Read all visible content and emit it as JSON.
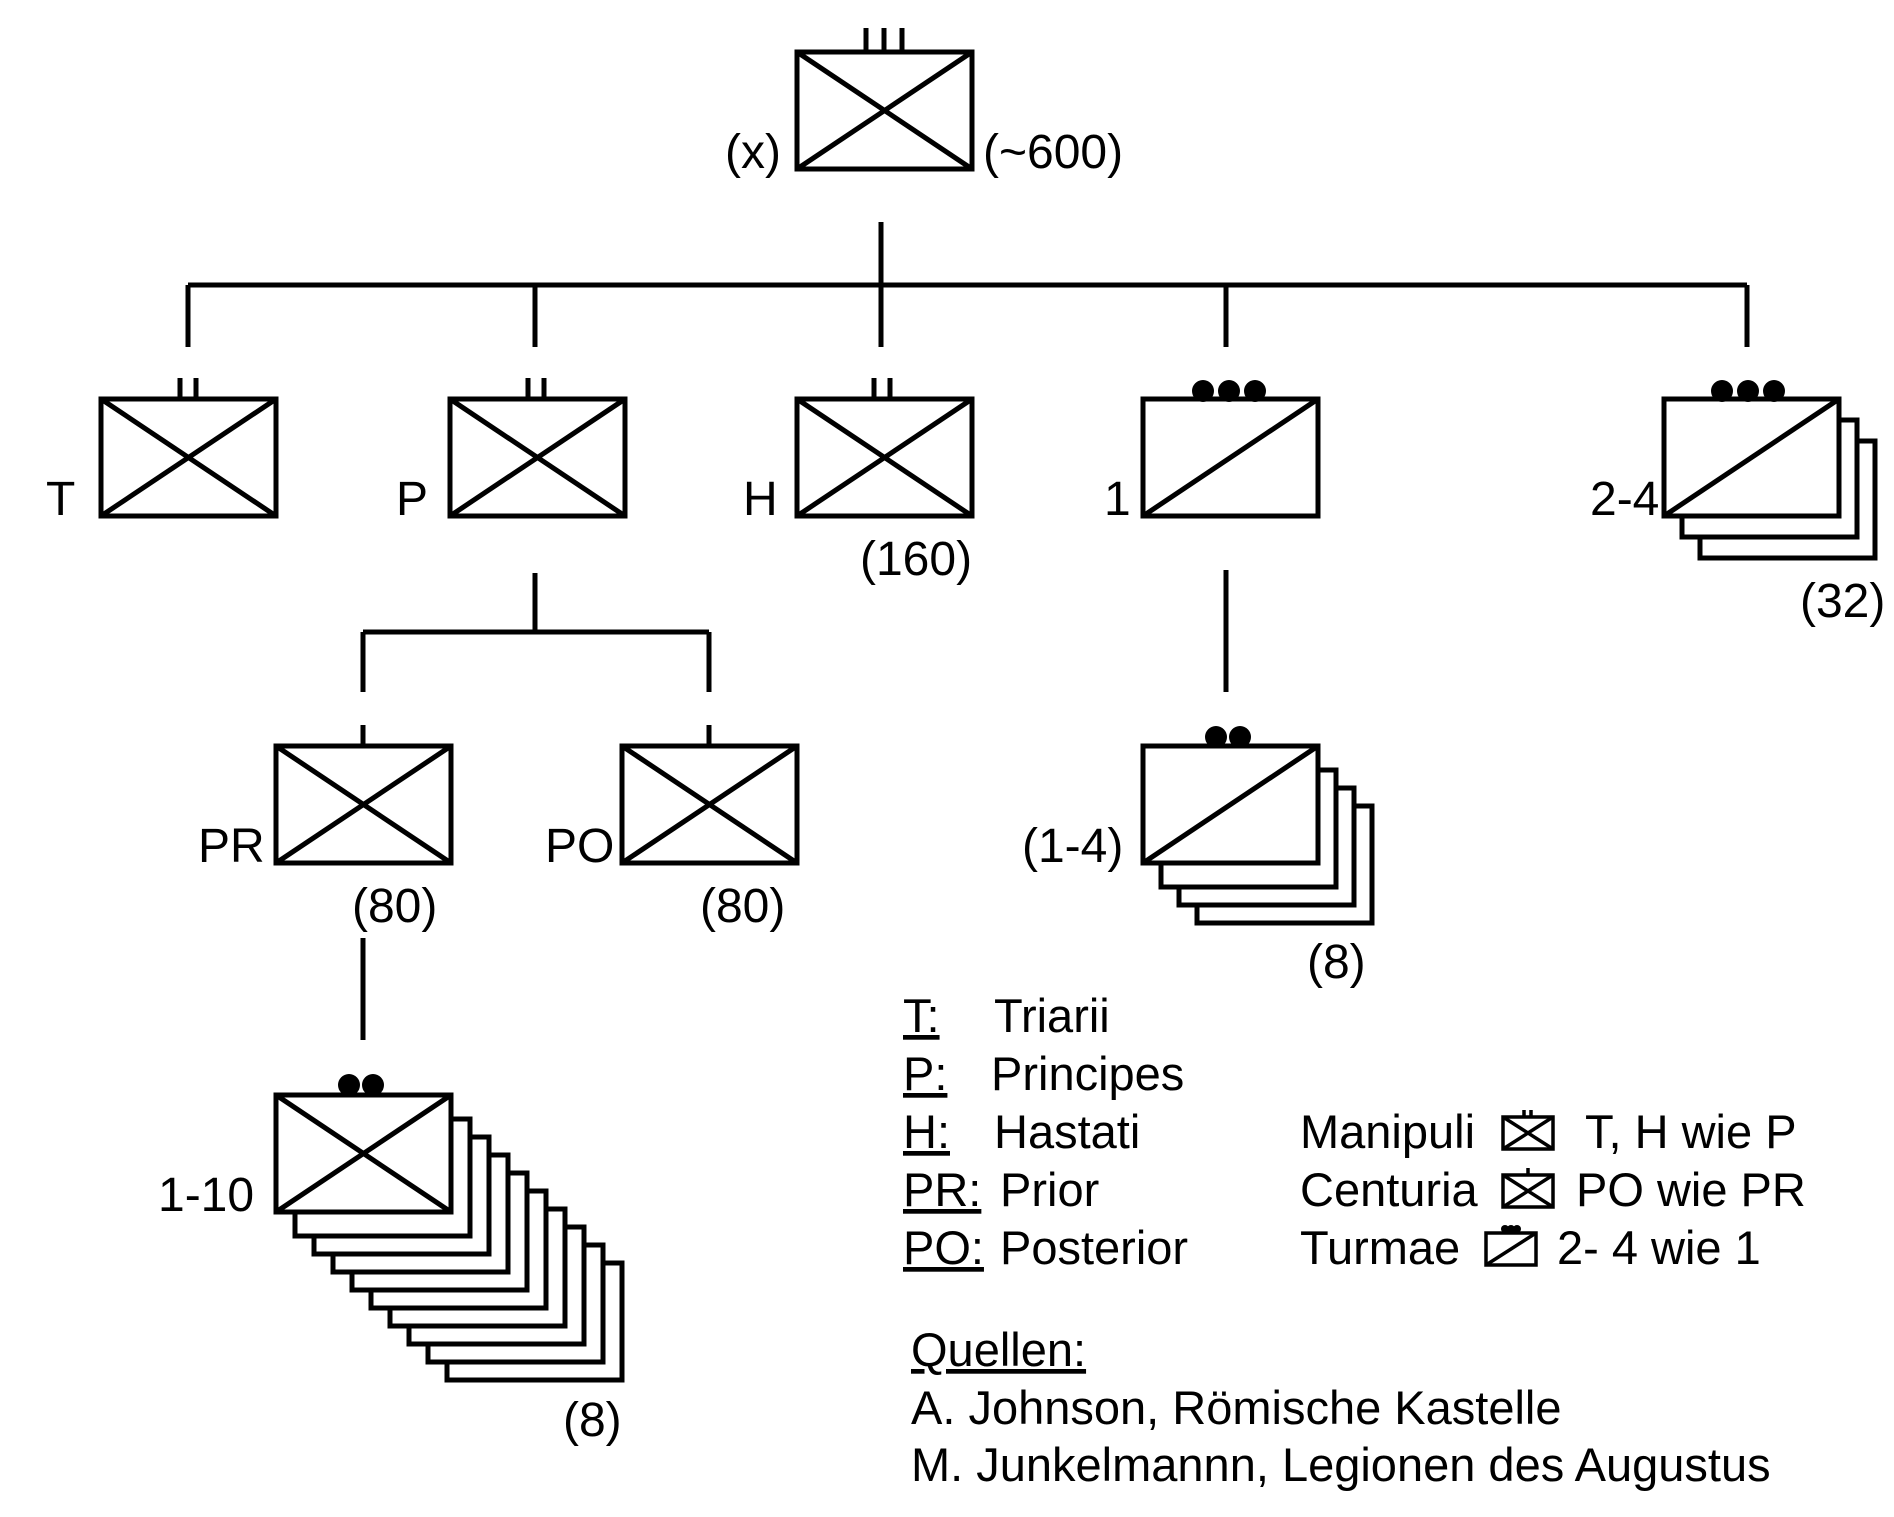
{
  "nodes": {
    "legion": {
      "left": "(x)",
      "right": "(~600)"
    },
    "triarii": {
      "label": "T"
    },
    "principes": {
      "label": "P"
    },
    "hastati": {
      "label": "H",
      "count": "(160)"
    },
    "turma1": {
      "label": "1"
    },
    "turmae24": {
      "label": "2-4",
      "count": "(32)"
    },
    "prior": {
      "label": "PR",
      "count": "(80)"
    },
    "posterior": {
      "label": "PO",
      "count": "(80)"
    },
    "decuriae": {
      "label": "(1-4)",
      "count": "(8)"
    },
    "contubernia": {
      "label": "1-10",
      "count": "(8)"
    }
  },
  "legend": {
    "abbreviations": [
      {
        "abbr": "T:",
        "name": "Triarii"
      },
      {
        "abbr": "P:",
        "name": "Principes"
      },
      {
        "abbr": "H:",
        "name": "Hastati"
      },
      {
        "abbr": "PR:",
        "name": "Prior"
      },
      {
        "abbr": "PO:",
        "name": "Posterior"
      }
    ],
    "units": [
      {
        "name": "Manipuli",
        "note": "T, H wie P"
      },
      {
        "name": "Centuria",
        "note": "PO wie PR"
      },
      {
        "name": "Turmae",
        "note": "2- 4 wie 1"
      }
    ]
  },
  "sources": {
    "heading": "Quellen:",
    "items": [
      "A. Johnson, Römische Kastelle",
      "M. Junkelmannn, Legionen des Augustus"
    ]
  }
}
